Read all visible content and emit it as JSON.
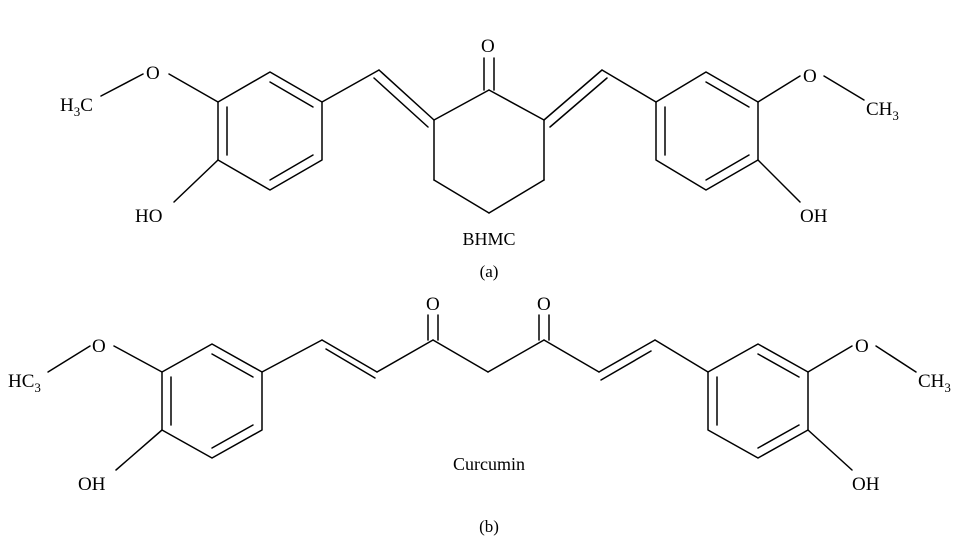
{
  "panel_a": {
    "caption": "(a)",
    "name": "BHMC",
    "left_methyl": {
      "main": "H",
      "sub": "3",
      "tail": "C"
    },
    "left_ether_o": "O",
    "left_hydroxyl": "HO",
    "carbonyl_o": "O",
    "right_ether_o": "O",
    "right_methyl": {
      "main": "CH",
      "sub": "3"
    },
    "right_hydroxyl": "OH"
  },
  "panel_b": {
    "caption": "(b)",
    "name": "Curcumin",
    "left_methyl": {
      "main": "HC",
      "sub": "3"
    },
    "left_ether_o": "O",
    "left_hydroxyl": "OH",
    "carbonyl_o_left": "O",
    "carbonyl_o_right": "O",
    "right_ether_o": "O",
    "right_methyl": {
      "main": "CH",
      "sub": "3"
    },
    "right_hydroxyl": "OH"
  }
}
